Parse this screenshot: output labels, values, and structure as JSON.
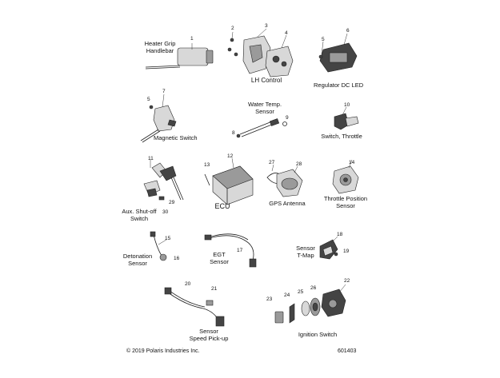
{
  "parts": {
    "heater_grip": "Heater Grip\nHandlebar",
    "lh_control": "LH Control",
    "regulator": "Regulator DC LED",
    "water_temp": "Water Temp.\nSensor",
    "magnetic_switch": "Magnetic Switch",
    "switch_throttle": "Switch, Throttle",
    "ecu": "ECU",
    "gps_antenna": "GPS Antenna",
    "throttle_position": "Throttle Position\nSensor",
    "aux_shutoff": "Aux. Shut-off\nSwitch",
    "detonation": "Detonation\nSensor",
    "egt": "EGT\nSensor",
    "sensor_tmap": "Sensor\nT-Map",
    "speed_pickup": "Sensor\nSpeed Pick-up",
    "ignition_switch": "Ignition Switch"
  },
  "callouts": {
    "n1": "1",
    "n2": "2",
    "n3": "3",
    "n4": "4",
    "n5a": "5",
    "n6": "6",
    "n7": "7",
    "n5b": "5",
    "n8": "8",
    "n9": "9",
    "n10": "10",
    "n11": "11",
    "n12": "12",
    "n13": "13",
    "n14": "14",
    "n27": "27",
    "n28": "28",
    "n29": "29",
    "n30": "30",
    "n15": "15",
    "n16": "16",
    "n17": "17",
    "n18": "18",
    "n19": "19",
    "n20": "20",
    "n21": "21",
    "n22": "22",
    "n23": "23",
    "n24": "24",
    "n25": "25",
    "n26": "26"
  },
  "footer": {
    "copyright": "© 2019 Polaris Industries Inc.",
    "diagram_number": "601403"
  }
}
